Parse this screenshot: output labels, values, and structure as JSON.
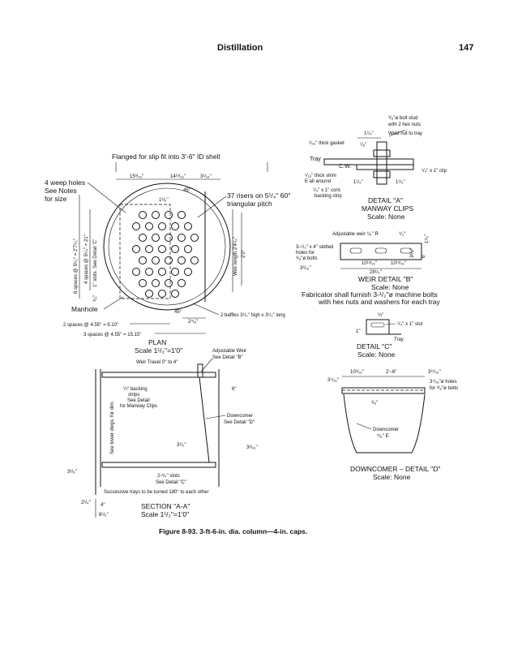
{
  "header": {
    "title": "Distillation",
    "page_number": "147"
  },
  "plan": {
    "note_flange": "Flanged for slip fit into 3'-6'' ID shell",
    "weep_holes": [
      "4 weep holes",
      "See Notes",
      "for size"
    ],
    "dim_top": [
      "15³/₁₆''",
      "14¹³/₁₆''",
      "3¹/₁₆''"
    ],
    "dim_inner": "1³/₆''",
    "angle_top": "45°",
    "angle_bottom": "45°",
    "risers": [
      "37 risers on 5¹/₄'' 60°",
      "triangular pitch"
    ],
    "weir_length": "Weir length 2'4¹/₂''",
    "dim_2_0": "2'0''",
    "left_dims": [
      "6 spaces @ 5¹/₂'' = 2'7¹/₂''",
      "4 spaces @ 5¹/₄'' = 21''",
      "1'' slots. See Detail 'C'",
      "³/₄''"
    ],
    "manhole": "Manhole",
    "baffles": "2 baffles 3¹/₂'' high x 3¹/₂'' long",
    "dim_2_5_8": "2⁵/₈''",
    "spaces_9_10": "2 spaces @ 4.55'' = 9.10''",
    "spaces_15_15": "3 spaces @ 4.55'' = 15.15''",
    "title": "PLAN",
    "scale": "Scale 1¹/₂''=1'0''"
  },
  "detail_a": {
    "bolt_stud": [
      "³/₈''ø bolt stud",
      "with 2 hex nuts"
    ],
    "weld_nut": "Weld nut to tray",
    "dim_1_1_4": "1¹/₄''",
    "gasket": "¹/₁₆'' thick gasket",
    "dim_1_8": "¹/₈''",
    "tray": "Tray",
    "cw": "C.W.",
    "clip": "¹/₄'' x 1'' clip",
    "shim": [
      "¹/₁₆'' thick shim",
      "E all around"
    ],
    "dim_1_4a": "1¹/₄''",
    "dim_1_4b": "1¹/₄''",
    "backing": [
      "¹/₄'' x 1'' cont.",
      "backing strip"
    ],
    "title": "DETAIL \"A\"",
    "subtitle": "MANWAY CLIPS",
    "scale": "Scale: None"
  },
  "detail_b": {
    "adj_weir": "Adjustable weir ¹/₈'' R",
    "dim_1_2": "¹/₂''",
    "dim_1_1_2": "1¹/₂''",
    "slotted": [
      "3–¹/₂'' x 4'' slotted",
      "holes for",
      "³/₈''ø bolts"
    ],
    "dim_3_3_16": "3³/₁₆''",
    "dim_10a": "10¹³/₁₆''",
    "dim_10b": "10¹³/₁₆''",
    "dim_28": "28¹/₂''",
    "dim_3_5": "3³/₄''",
    "dim_6": "6''",
    "title": "WEIR DETAIL \"B\"",
    "scale": "Scale: None",
    "note": [
      "Fabricator shall furnish 3-¹/₂''ø machine bolts",
      "with hex nuts and washers for each tray"
    ]
  },
  "detail_c": {
    "dim_3_4": "¾''",
    "slot": "¹/₄'' x 1'' slot",
    "dim_1": "1''",
    "tray": "Tray",
    "title": "DETAIL \"C\"",
    "scale": "Scale: None"
  },
  "section": {
    "adj_weir": [
      "Adjustable Weir",
      "See Detail \"B\""
    ],
    "weir_travel": "Weir Travel 0'' to 4''",
    "backing": [
      "¼'' backing",
      "strips",
      "See Detail",
      "for Manway Clips"
    ],
    "dim_6": "6''",
    "downcomer": [
      "Downcomer",
      "See Detail \"D\""
    ],
    "side_label": "See tower dwgs. for dim.",
    "dim_3_1_2": "3¹/₂''",
    "dim_3_3_16": "3³/₁₆''",
    "dim_3_3_8": "3³/₈''",
    "slots": [
      "2-³/₄'' slots",
      "See Detail \"C\""
    ],
    "successive": "Successive trays to be turned 180° to each other",
    "dim_2_3_4": "2³/₄''",
    "dim_4": "4''",
    "dim_8_1_8": "8¹/₈''",
    "title": "SECTION \"A-A\"",
    "scale": "Scale 1¹/₂''=1'0''"
  },
  "detail_d": {
    "dim_10": "10³/₁₆''",
    "dim_2_6": "2'–6''",
    "dim_3_11": "3¹¹/₁₆''",
    "dim_3_7": "3⁷/₁₆''",
    "holes": [
      "3⁷/₁₆''ø holes",
      "for ³/₈''ø bolts"
    ],
    "dim_3_8": "³/₈''",
    "downcomer": "Downcomer",
    "dim_5_8": "⁵/₈'' E",
    "title": "DOWNCOMER – DETAIL \"D\"",
    "scale": "Scale: None"
  },
  "caption": "Figure 8-93. 3-ft-6-in. dia. column—4-in. caps."
}
